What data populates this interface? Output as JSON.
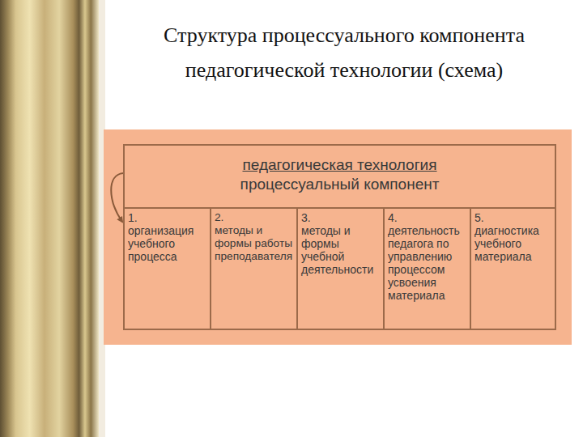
{
  "diagram": {
    "title": "Структура процессуального компонента педагогической технологии (схема)",
    "nodes": [
      {
        "text": [
          "педагогическая технология",
          "процессуальный компонент"
        ]
      },
      {
        "text": [
          "1.",
          "организация учебного процесса"
        ]
      },
      {
        "text": [
          "2.",
          "методы и формы работы преподавателя"
        ]
      },
      {
        "text": [
          "3.",
          "методы и формы учебной деятельности"
        ]
      },
      {
        "text": [
          "4.",
          "деятельность педагога по управлению процессом усвоения материала"
        ]
      },
      {
        "text": [
          "5.",
          "диагностика учебного материала"
        ]
      }
    ],
    "edges": [
      {
        "from": 0,
        "to": 1,
        "arrow": "to"
      }
    ]
  }
}
